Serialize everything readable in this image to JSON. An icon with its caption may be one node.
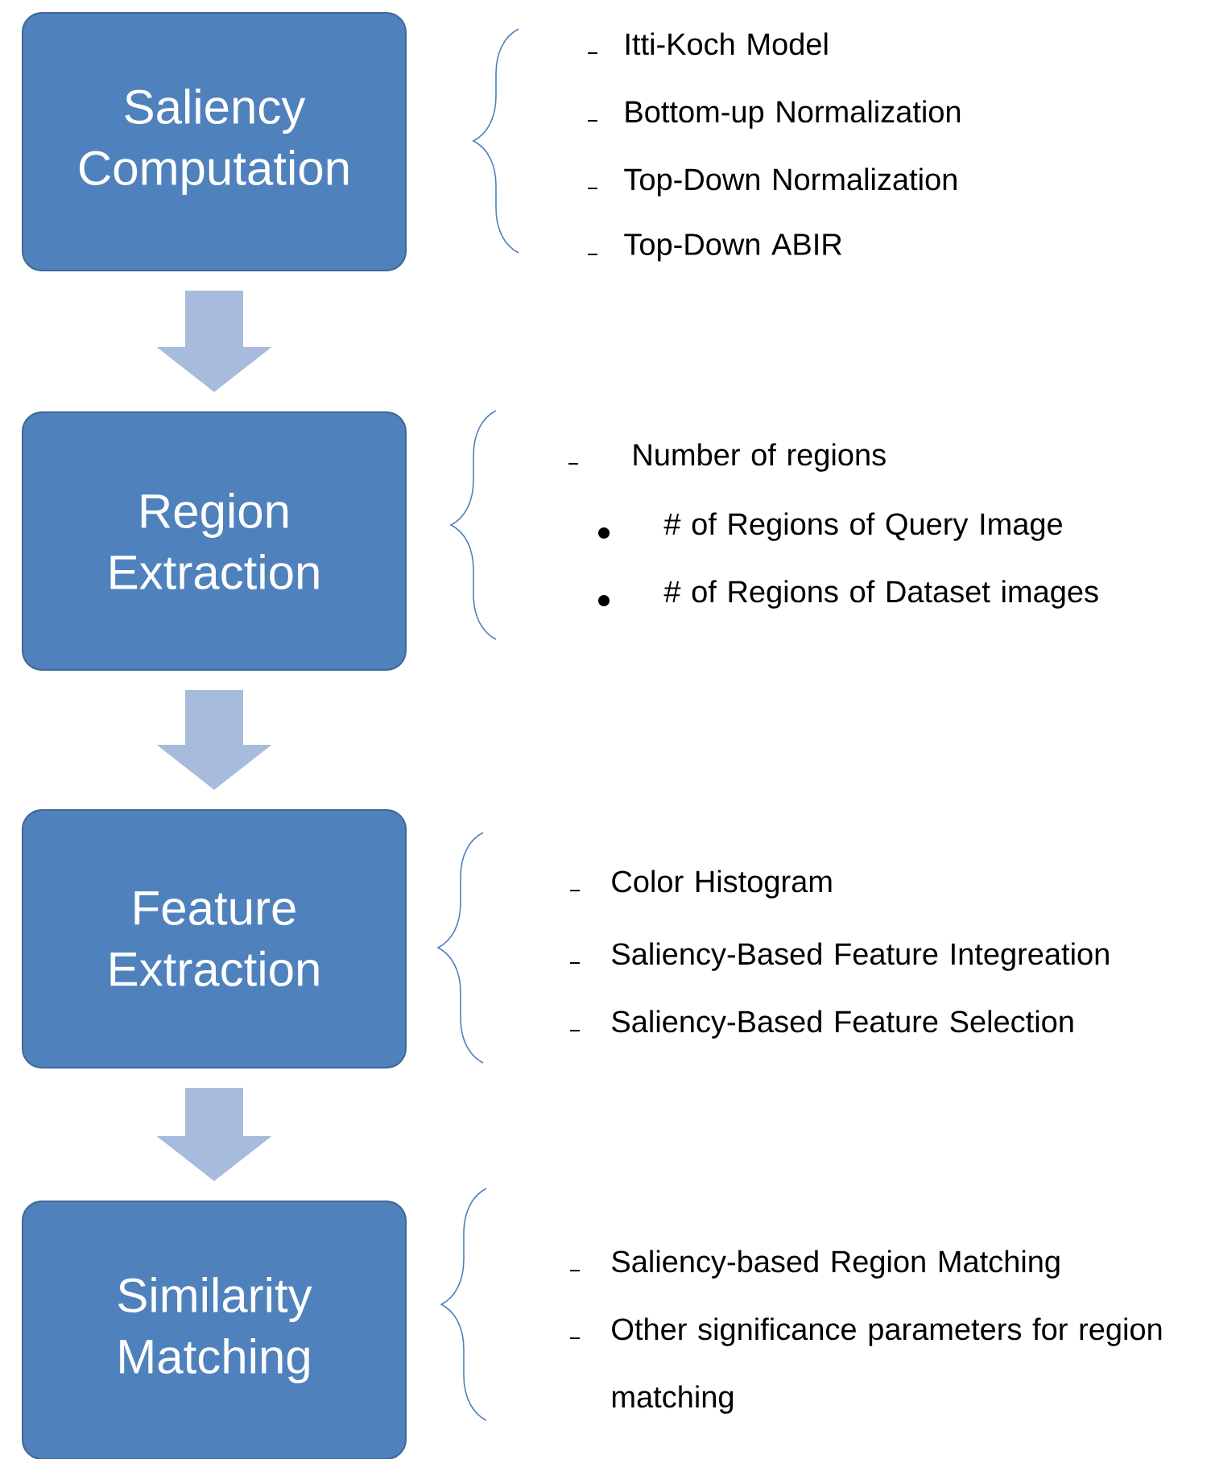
{
  "diagram": {
    "nodes": [
      {
        "text": [
          "Saliency Computation"
        ],
        "beside": [
          "Itti-Koch Model",
          "Bottom-up Normalization",
          "Top-Down Normalization",
          "Top-Down ABIR"
        ]
      },
      {
        "text": [
          "Region Extraction"
        ],
        "beside": [
          "Number of regions",
          "# of Regions of Query Image",
          "# of Regions of Dataset images"
        ]
      },
      {
        "text": [
          "Feature Extraction"
        ],
        "beside": [
          "Color Histogram",
          "Saliency-Based Feature Integreation",
          "Saliency-Based Feature Selection"
        ]
      },
      {
        "text": [
          "Similarity Matching"
        ],
        "beside": [
          "Saliency-based Region Matching",
          "Other significance parameters for region matching"
        ]
      }
    ],
    "edges": [
      {
        "from": 0,
        "to": 1,
        "arrow": "to"
      },
      {
        "from": 1,
        "to": 2,
        "arrow": "to"
      },
      {
        "from": 2,
        "to": 3,
        "arrow": "to"
      }
    ]
  }
}
